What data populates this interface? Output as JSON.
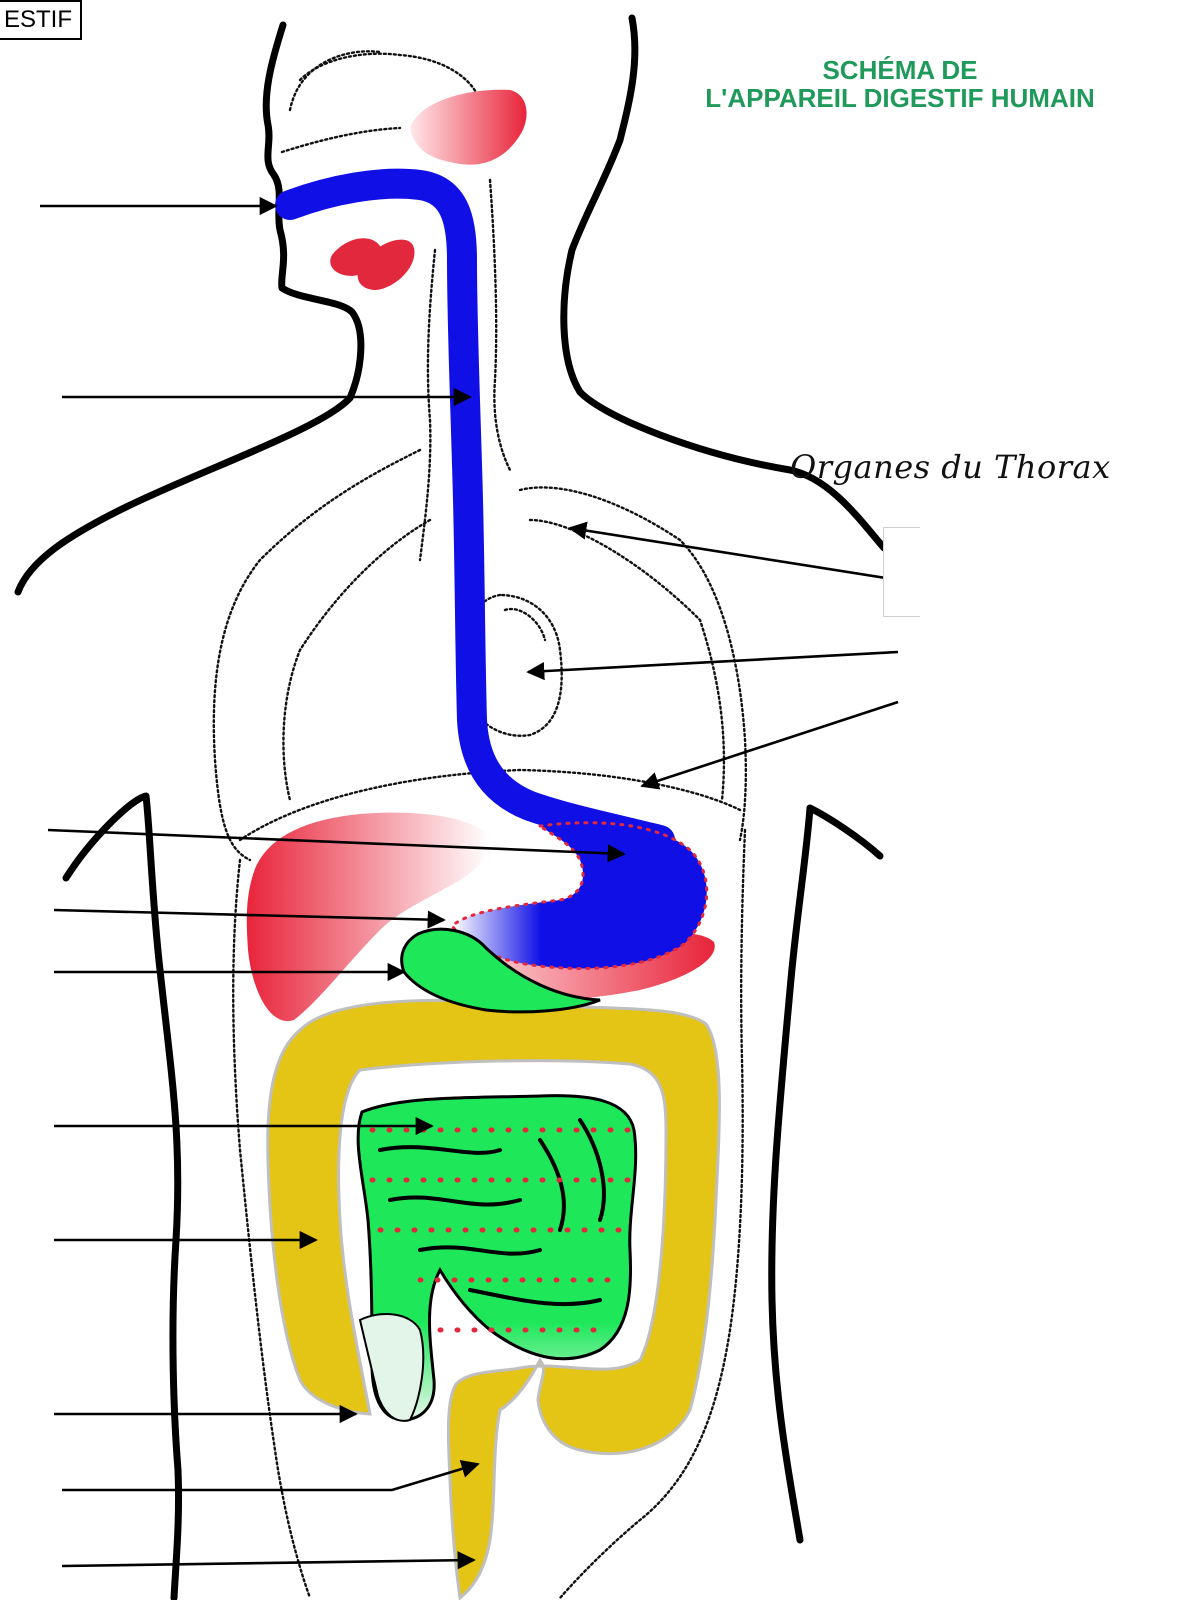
{
  "header": {
    "tag_text": "ESTIF"
  },
  "title": {
    "line1": "SCHÉMA DE",
    "line2": "L'APPAREIL DIGESTIF HUMAIN"
  },
  "thorax_label": "Organes du Thorax",
  "colors": {
    "title": "#1f9a5b",
    "digestive_tube": "#1010e6",
    "glands": "#e2283d",
    "small_intestine": "#1ee85a",
    "colon": "#e4c414",
    "outline": "#000000"
  },
  "icons": {
    "pointer": "arrow-icon"
  }
}
